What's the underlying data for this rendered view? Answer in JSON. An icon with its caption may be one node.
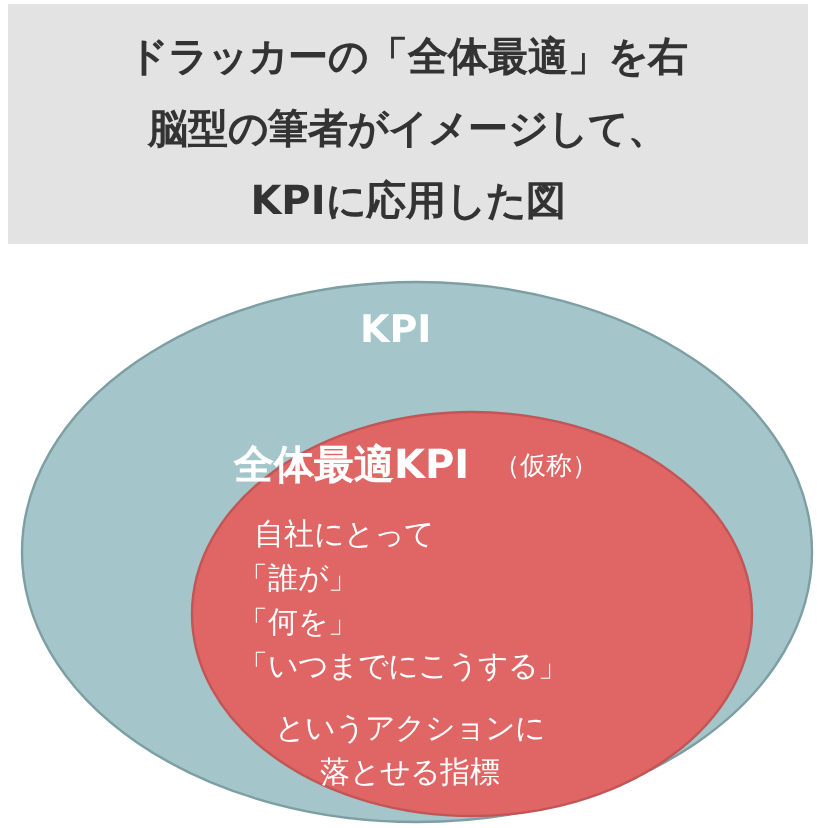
{
  "diagram": {
    "title": "ドラッカーの「全体最適」を右脳型の筆者がイメージして、KPIに応用した図",
    "nodes": [
      {
        "text": [
          "KPI"
        ]
      },
      {
        "text": [
          "全体最適KPI",
          "（仮称）",
          "自社にとって",
          "「誰が」",
          "「何を」",
          "「いつまでにこうする」",
          "というアクションに落とせる指標"
        ],
        "in": 0
      }
    ]
  }
}
